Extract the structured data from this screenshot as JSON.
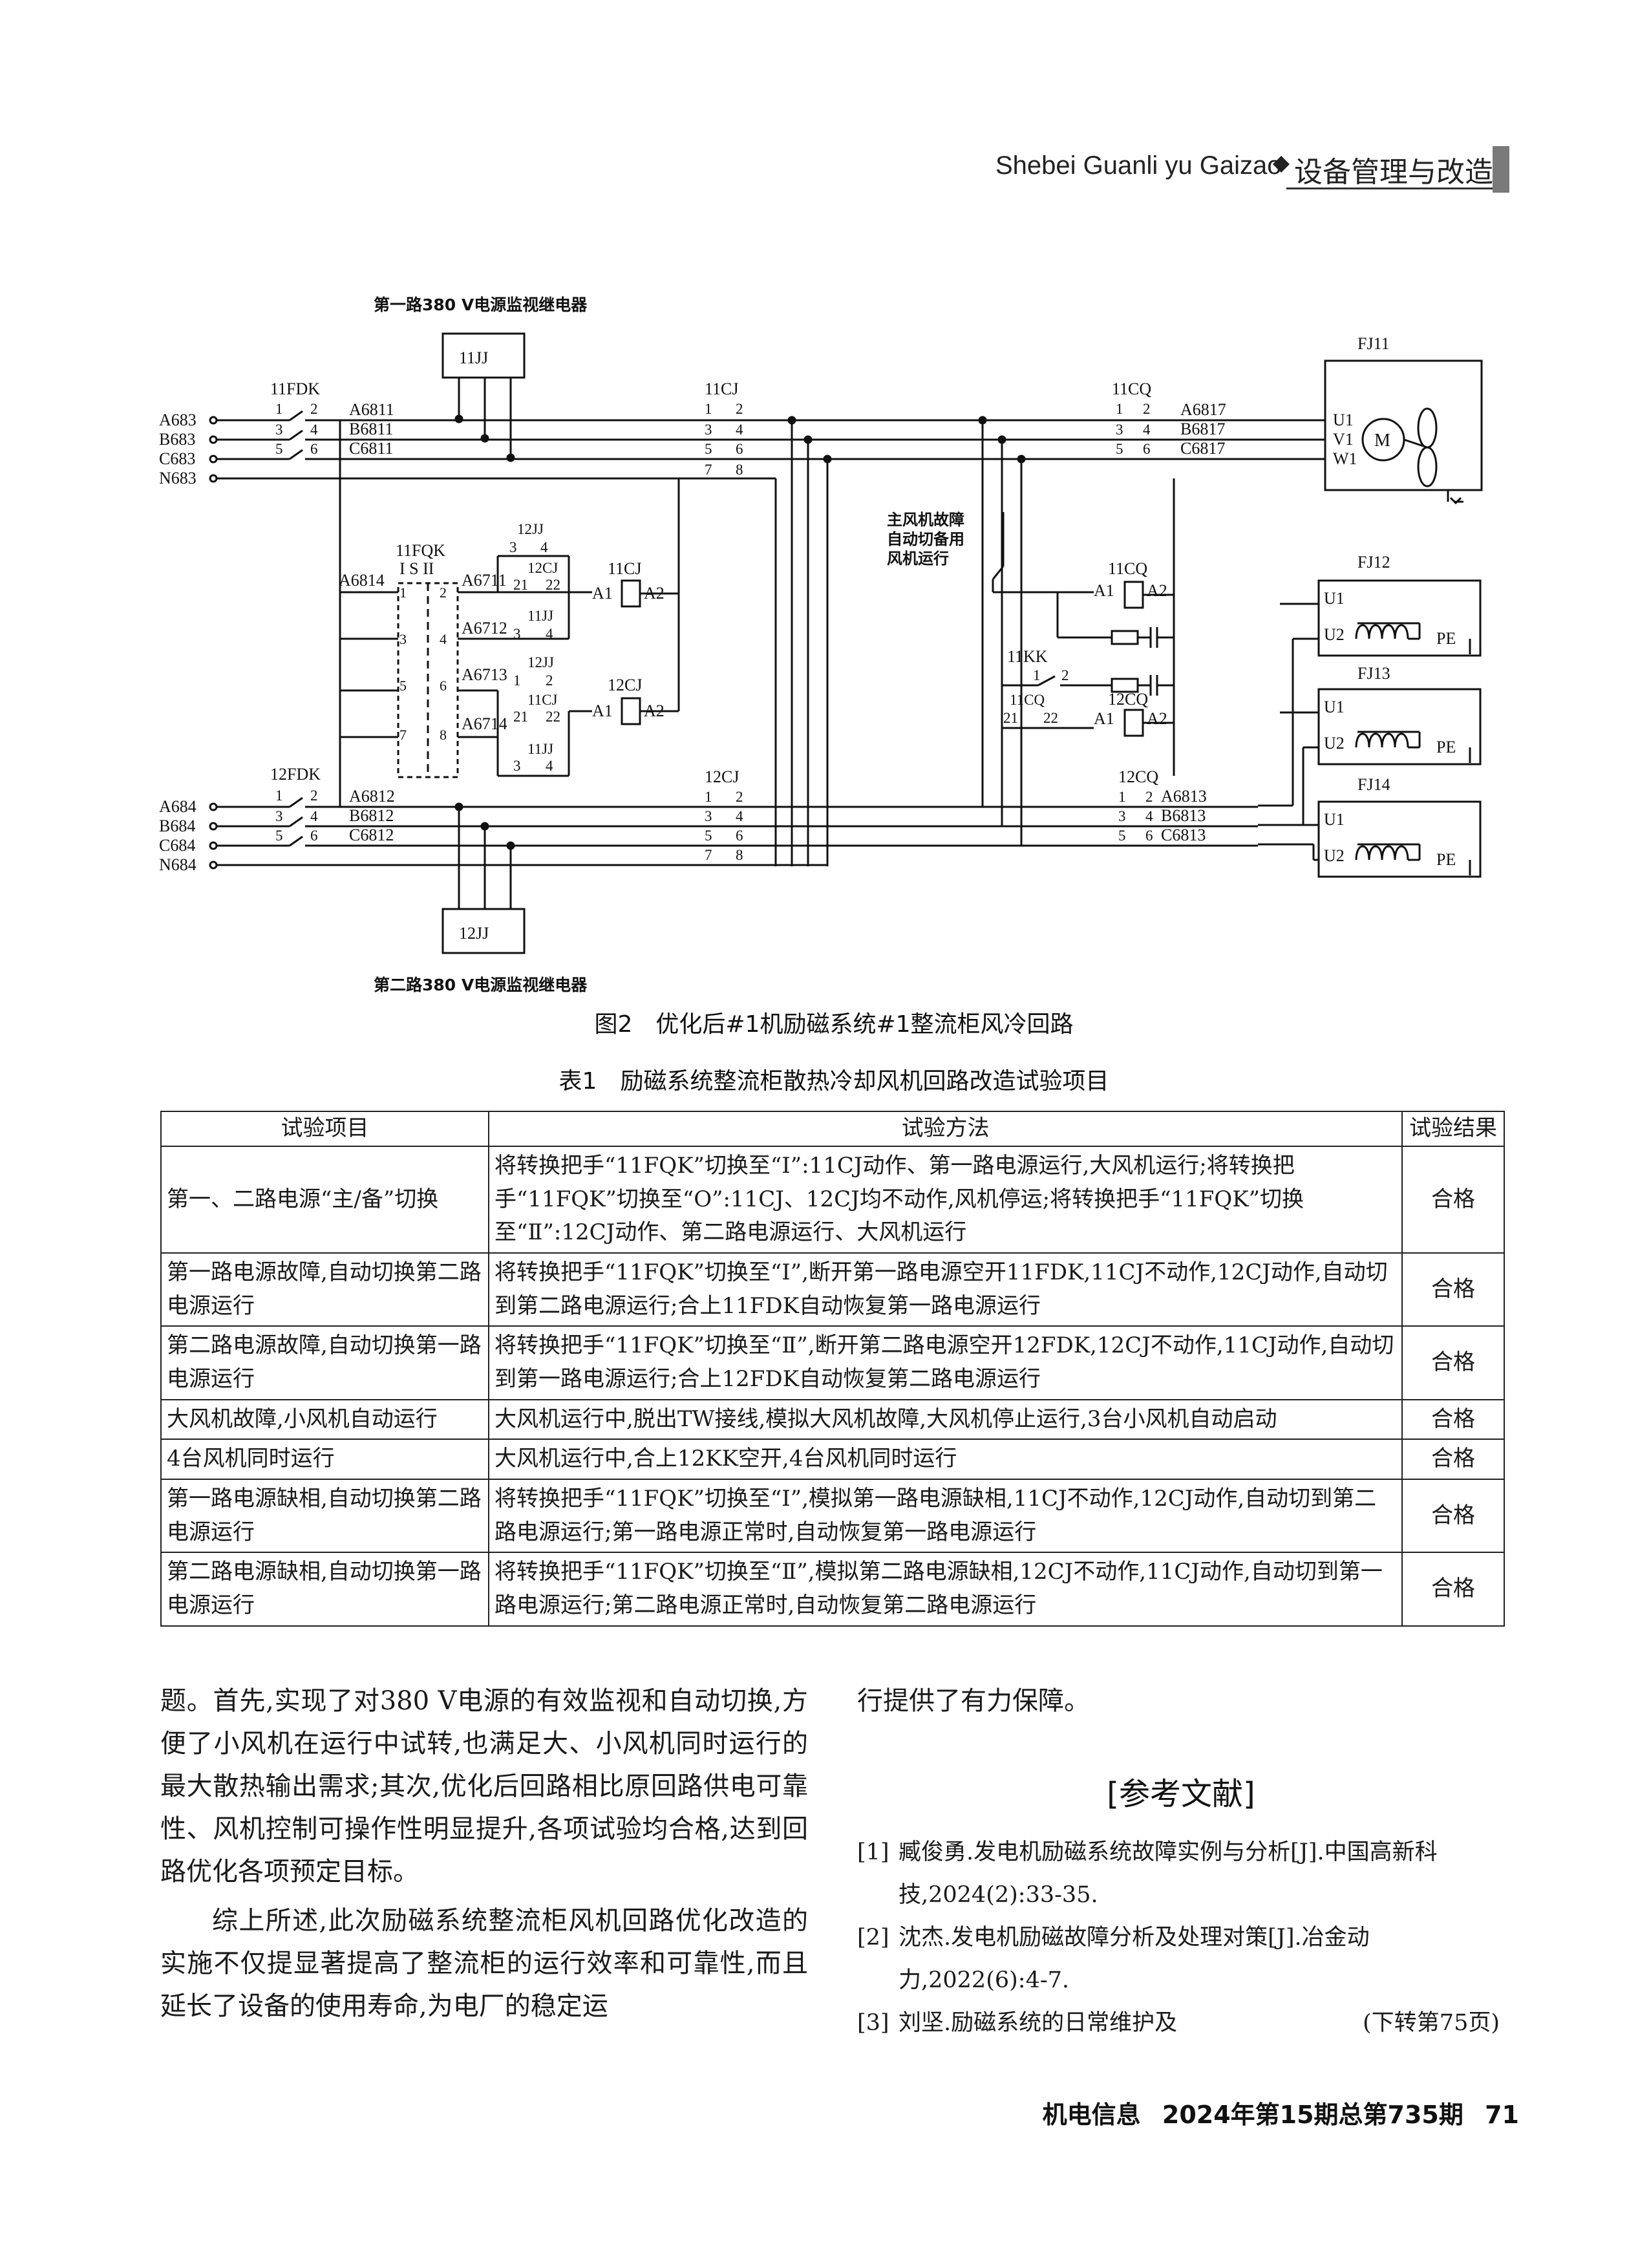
{
  "header": {
    "journal_en": "Shebei Guanli yu Gaizao",
    "journal_cn": "设备管理与改造"
  },
  "figure": {
    "caption": "图2　优化后#1机励磁系统#1整流柜风冷回路",
    "relay_top_title": "第一路380 V电源监视继电器",
    "relay_bottom_title": "第二路380 V电源监视继电器",
    "relay_top": "11JJ",
    "relay_bottom": "12JJ",
    "inputs_top": [
      "A683",
      "B683",
      "C683",
      "N683"
    ],
    "inputs_bottom": [
      "A684",
      "B684",
      "C684",
      "N684"
    ],
    "breaker_top": "11FDK",
    "breaker_bottom": "12FDK",
    "breaker_pins": [
      "1",
      "2",
      "3",
      "4",
      "5",
      "6"
    ],
    "wires_top": [
      "A6811",
      "B6811",
      "C6811"
    ],
    "wires_bottom": [
      "A6812",
      "B6812",
      "C6812"
    ],
    "contactor_11cj": "11CJ",
    "contactor_12cj": "12CJ",
    "contactor_11cq": "11CQ",
    "contactor_12cq": "12CQ",
    "contactor_pins": [
      "1",
      "2",
      "3",
      "4",
      "5",
      "6",
      "7",
      "8"
    ],
    "fan_out_top": [
      "A6817",
      "B6817",
      "C6817"
    ],
    "fan_out_bottom": [
      "A6813",
      "B6813",
      "C6813"
    ],
    "fan_big": "FJ11",
    "fan_big_terminals": [
      "U1",
      "V1",
      "W1"
    ],
    "fan_big_motor": "M",
    "fans_small": [
      "FJ12",
      "FJ13",
      "FJ14"
    ],
    "fan_small_terminals": [
      "U1",
      "U2"
    ],
    "pe": "PE",
    "switch_11fqk": "11FQK",
    "switch_positions": "I S II",
    "switch_contacts": [
      "1",
      "2",
      "3",
      "4",
      "5",
      "6",
      "7",
      "8"
    ],
    "switch_wires": [
      "A6814",
      "A6711",
      "A6712",
      "A6713",
      "A6714"
    ],
    "coil_terminals": [
      "A1",
      "A2"
    ],
    "aux_12jj_34": [
      "12JJ",
      "3",
      "4"
    ],
    "aux_12cj_2122": [
      "12CJ",
      "21",
      "22"
    ],
    "aux_11jj_34": [
      "11JJ",
      "3",
      "4"
    ],
    "aux_12jj_12": [
      "12JJ",
      "1",
      "2"
    ],
    "aux_11cj_2122": [
      "11CJ",
      "21",
      "22"
    ],
    "aux_11jj_34b": [
      "11JJ",
      "3",
      "4"
    ],
    "fault_label": [
      "主风机故障",
      "自动切备用",
      "风机运行"
    ],
    "kk_11": "11KK",
    "kk_pins": [
      "1",
      "2"
    ],
    "aux_11cq_2122": [
      "11CQ",
      "21",
      "22"
    ]
  },
  "table": {
    "caption": "表1　励磁系统整流柜散热冷却风机回路改造试验项目",
    "headers": [
      "试验项目",
      "试验方法",
      "试验结果"
    ],
    "rows": [
      {
        "item": "第一、二路电源“主/备”切换",
        "method": "将转换把手“11FQK”切换至“Ⅰ”:11CJ动作、第一路电源运行,大风机运行;将转换把手“11FQK”切换至“O”:11CJ、12CJ均不动作,风机停运;将转换把手“11FQK”切换至“Ⅱ”:12CJ动作、第二路电源运行、大风机运行",
        "result": "合格"
      },
      {
        "item": "第一路电源故障,自动切换第二路电源运行",
        "method": "将转换把手“11FQK”切换至“Ⅰ”,断开第一路电源空开11FDK,11CJ不动作,12CJ动作,自动切到第二路电源运行;合上11FDK自动恢复第一路电源运行",
        "result": "合格"
      },
      {
        "item": "第二路电源故障,自动切换第一路电源运行",
        "method": "将转换把手“11FQK”切换至“Ⅱ”,断开第二路电源空开12FDK,12CJ不动作,11CJ动作,自动切到第一路电源运行;合上12FDK自动恢复第二路电源运行",
        "result": "合格"
      },
      {
        "item": "大风机故障,小风机自动运行",
        "method": "大风机运行中,脱出TW接线,模拟大风机故障,大风机停止运行,3台小风机自动启动",
        "result": "合格"
      },
      {
        "item": "4台风机同时运行",
        "method": "大风机运行中,合上12KK空开,4台风机同时运行",
        "result": "合格"
      },
      {
        "item": "第一路电源缺相,自动切换第二路电源运行",
        "method": "将转换把手“11FQK”切换至“Ⅰ”,模拟第一路电源缺相,11CJ不动作,12CJ动作,自动切到第二路电源运行;第一路电源正常时,自动恢复第一路电源运行",
        "result": "合格"
      },
      {
        "item": "第二路电源缺相,自动切换第一路电源运行",
        "method": "将转换把手“11FQK”切换至“Ⅱ”,模拟第二路电源缺相,12CJ不动作,11CJ动作,自动切到第一路电源运行;第二路电源正常时,自动恢复第二路电源运行",
        "result": "合格"
      }
    ]
  },
  "body": {
    "left_para1": "题。首先,实现了对380 V电源的有效监视和自动切换,方便了小风机在运行中试转,也满足大、小风机同时运行的最大散热输出需求;其次,优化后回路相比原回路供电可靠性、风机控制可操作性明显提升,各项试验均合格,达到回路优化各项预定目标。",
    "left_para2": "综上所述,此次励磁系统整流柜风机回路优化改造的实施不仅提显著提高了整流柜的运行效率和可靠性,而且延长了设备的使用寿命,为电厂的稳定运",
    "right_para1": "行提供了有力保障。"
  },
  "references": {
    "heading": "[参考文献]",
    "items": [
      {
        "num": "[1]",
        "text": "臧俊勇.发电机励磁系统故障实例与分析[J].中国高新科技,2024(2):33-35."
      },
      {
        "num": "[2]",
        "text": "沈杰.发电机励磁故障分析及处理对策[J].冶金动力,2022(6):4-7."
      },
      {
        "num": "[3]",
        "text": "刘坚.励磁系统的日常维护及",
        "turn": "(下转第75页)"
      }
    ]
  },
  "footer": {
    "journal": "机电信息",
    "issue": "2024年第15期总第735期",
    "page": "71"
  }
}
